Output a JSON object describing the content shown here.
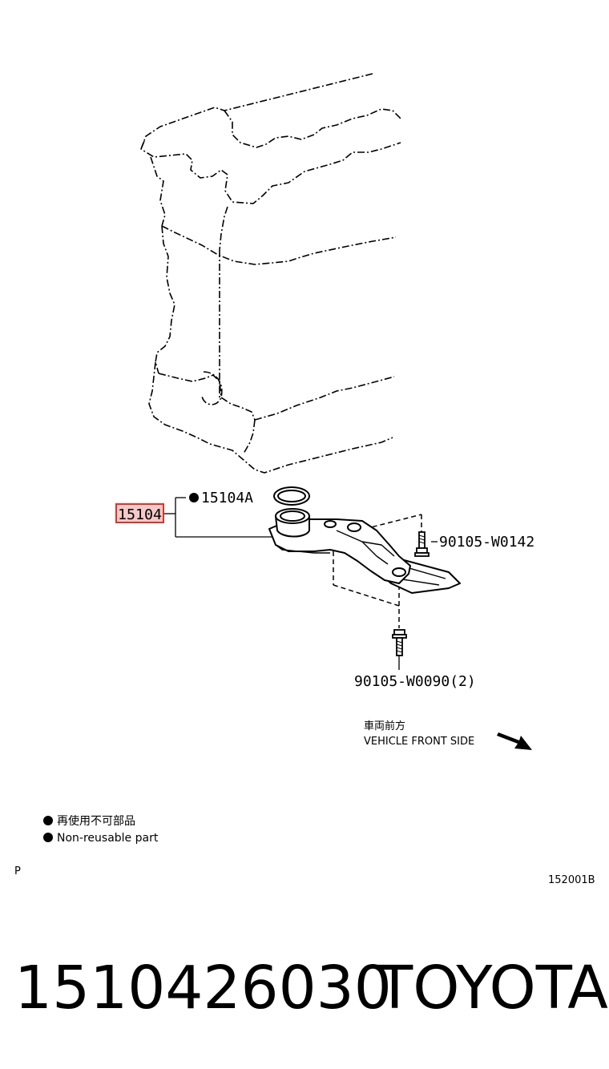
{
  "callouts": {
    "main_part": "15104",
    "gasket": "15104A",
    "upper_bolt": "90105-W0142",
    "lower_bolt": "90105-W0090(2)"
  },
  "direction": {
    "jp": "車両前方",
    "en": "VEHICLE FRONT SIDE"
  },
  "legend": {
    "jp": "再使用不可部品",
    "en": "Non-reusable part"
  },
  "footer": {
    "left_code": "P",
    "right_code": "152001B"
  },
  "caption": {
    "part_number": "1510426030",
    "brand": "TOYOTA"
  },
  "colors": {
    "highlight": "#d9342b",
    "highlight_fill": "#f3c9c9",
    "line": "#000000"
  }
}
